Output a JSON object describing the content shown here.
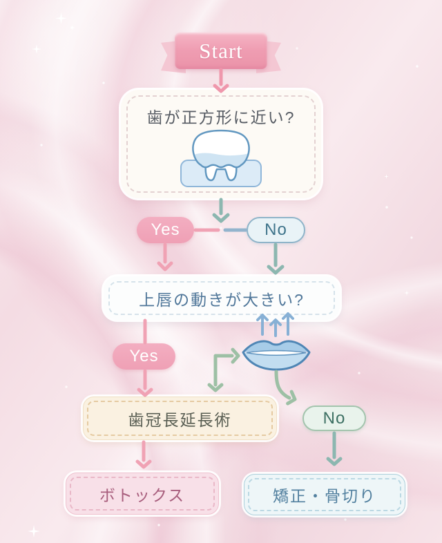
{
  "ribbon": {
    "label": "Start"
  },
  "questions": {
    "q1": {
      "label": "歯が正方形に近い?"
    },
    "q2": {
      "label": "上唇の動きが大きい?"
    }
  },
  "branches": {
    "q1_yes": "Yes",
    "q1_no": "No",
    "q2_yes": "Yes",
    "q2_no": "No"
  },
  "results": {
    "crown_lengthening": "歯冠長延長術",
    "botox": "ボトックス",
    "ortho_osteotomy": "矯正・骨切り"
  },
  "icons": {
    "tooth": "tooth-icon",
    "lips": "lips-icon",
    "lip_movement": "up-arrows-icon"
  },
  "flow_edges": [
    {
      "from": "start",
      "to": "q1"
    },
    {
      "from": "q1",
      "to": "q1_yes"
    },
    {
      "from": "q1",
      "to": "q1_no"
    },
    {
      "from": "q1_yes",
      "to": "q2"
    },
    {
      "from": "q1_no",
      "to": "q2"
    },
    {
      "from": "q2",
      "to": "q2_yes"
    },
    {
      "from": "q2",
      "to": "q2_no"
    },
    {
      "from": "q2_yes",
      "to": "crown_lengthening"
    },
    {
      "from": "crown_lengthening",
      "to": "botox"
    },
    {
      "from": "q2_no",
      "to": "ortho_osteotomy"
    }
  ],
  "colors": {
    "pink_accent": "#f0a0b4",
    "pink_arrow": "#ef97ac",
    "teal_arrow": "#8cb7b0",
    "green_arrow": "#9dc0a5",
    "blue_line": "#93b4cd",
    "lip_arrow_blue": "#87b0d5",
    "no1_text": "#3f748b",
    "no2_text": "#3d7063",
    "q2_text": "#4f7699",
    "botox_text": "#a85e7d",
    "ortho_text": "#52809f"
  }
}
